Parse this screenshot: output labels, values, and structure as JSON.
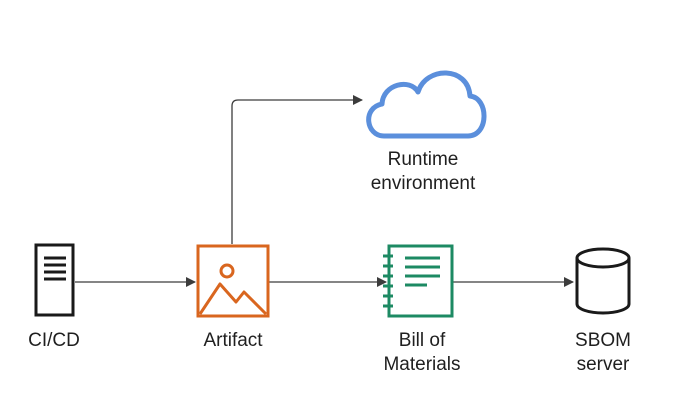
{
  "nodes": {
    "cicd": {
      "label": "CI/CD",
      "icon": "server-document-icon"
    },
    "artifact": {
      "label": "Artifact",
      "icon": "image-artifact-icon"
    },
    "bom": {
      "label_line1": "Bill of",
      "label_line2": "Materials",
      "icon": "notebook-icon"
    },
    "sbom": {
      "label_line1": "SBOM",
      "label_line2": "server",
      "icon": "database-cylinder-icon"
    },
    "runtime": {
      "label_line1": "Runtime",
      "label_line2": "environment",
      "icon": "cloud-icon"
    }
  },
  "edges": [
    {
      "from": "CI/CD",
      "to": "Artifact"
    },
    {
      "from": "Artifact",
      "to": "Bill of Materials"
    },
    {
      "from": "Bill of Materials",
      "to": "SBOM server"
    },
    {
      "from": "Artifact",
      "to": "Runtime environment"
    }
  ],
  "colors": {
    "arrow": "#3c3c3c",
    "server": "#1a1a1a",
    "artifact": "#d9661f",
    "notebook": "#1d8a63",
    "database": "#1a1a1a",
    "cloud": "#5b8fdc"
  }
}
